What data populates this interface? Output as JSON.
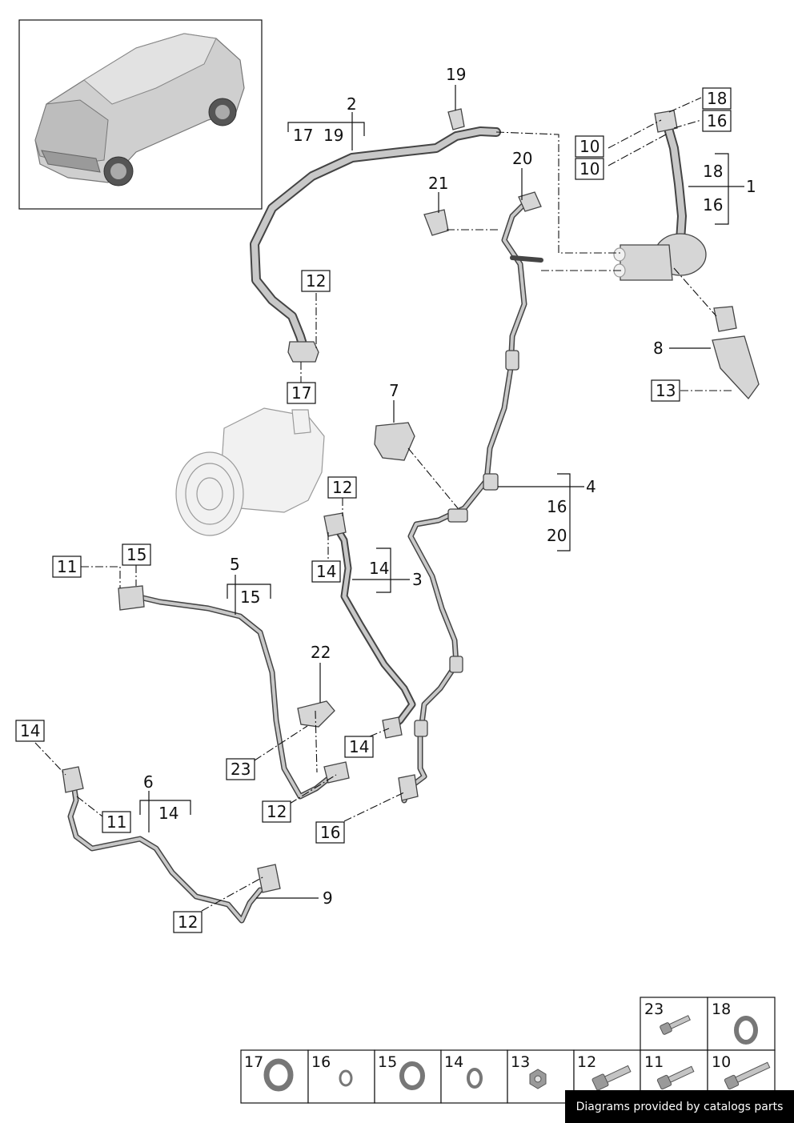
{
  "diagram": {
    "callouts": {
      "c1": "1",
      "c2": "2",
      "c3": "3",
      "c4": "4",
      "c5": "5",
      "c6": "6",
      "c7": "7",
      "c8": "8",
      "c9": "9",
      "c19": "19",
      "c20": "20",
      "c21": "21",
      "c22": "22"
    },
    "groups": {
      "g2a": "17",
      "g2b": "19",
      "g1a": "18",
      "g1b": "16",
      "g3": "14",
      "g4a": "16",
      "g4b": "20",
      "g5": "15",
      "g6": "14"
    },
    "boxed": {
      "b18top": "18",
      "b16top": "16",
      "b10a": "10",
      "b10b": "10",
      "b12a": "12",
      "b17": "17",
      "b13": "13",
      "b12b": "12",
      "b14a": "14",
      "b11a": "11",
      "b15": "15",
      "b14left": "14",
      "b11b": "11",
      "b23": "23",
      "b12c": "12",
      "b14b": "14",
      "b16mid": "16",
      "b12d": "12"
    }
  },
  "parts_table": {
    "top_row": [
      {
        "num": "23",
        "icon": "bolt-icon"
      },
      {
        "num": "18",
        "icon": "o-ring-icon"
      }
    ],
    "bottom_row": [
      {
        "num": "17",
        "icon": "o-ring-icon"
      },
      {
        "num": "16",
        "icon": "o-ring-icon"
      },
      {
        "num": "15",
        "icon": "o-ring-icon"
      },
      {
        "num": "14",
        "icon": "o-ring-icon"
      },
      {
        "num": "13",
        "icon": "nut-icon"
      },
      {
        "num": "12",
        "icon": "bolt-icon"
      },
      {
        "num": "11",
        "icon": "bolt-icon"
      },
      {
        "num": "10",
        "icon": "bolt-icon"
      }
    ]
  },
  "footer": {
    "text": "Diagrams provided by catalogs parts"
  }
}
